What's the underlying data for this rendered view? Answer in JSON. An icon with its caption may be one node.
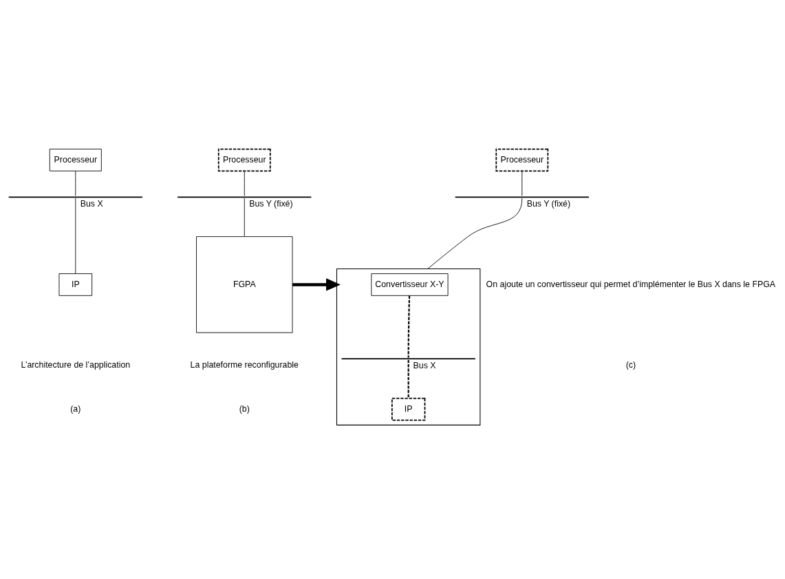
{
  "diagram": {
    "nodes": [
      {
        "text": [
          "Processeur"
        ]
      },
      {
        "text": [],
        "shape": "bar",
        "beside": [
          "Bus X"
        ]
      },
      {
        "text": [
          "IP"
        ]
      },
      {
        "text": [
          "Processeur"
        ]
      },
      {
        "text": [],
        "shape": "bar",
        "beside": [
          "Bus Y (fixé)"
        ]
      },
      {
        "text": [
          "FGPA"
        ]
      },
      {
        "text": [
          "Processeur"
        ]
      },
      {
        "text": [],
        "shape": "bar",
        "beside": [
          "Bus Y (fixé)"
        ]
      },
      {
        "text": [],
        "shape": "box"
      },
      {
        "text": [
          "Convertisseur X-Y"
        ],
        "in": 8
      },
      {
        "text": [],
        "shape": "bar",
        "beside": [
          "Bus X"
        ],
        "in": 8
      },
      {
        "text": [
          "IP"
        ],
        "in": 8
      }
    ],
    "edges": [
      {
        "from": 0,
        "to": 1,
        "arrow": "none"
      },
      {
        "from": 1,
        "to": 2,
        "arrow": "none"
      },
      {
        "from": 3,
        "to": 4,
        "arrow": "none"
      },
      {
        "from": 4,
        "to": 5,
        "arrow": "none"
      },
      {
        "from": 6,
        "to": 7,
        "arrow": "none"
      },
      {
        "from": 7,
        "to": 8,
        "arrow": "none"
      },
      {
        "from": 9,
        "to": 10,
        "arrow": "none",
        "style": "dashed"
      },
      {
        "from": 10,
        "to": 11,
        "arrow": "none",
        "style": "dashed"
      },
      {
        "from": 5,
        "to": 8,
        "arrow": "to",
        "style": "thick"
      }
    ],
    "labels": [
      "L’architecture de l’application",
      "(a)",
      "La plateforme reconfigurable",
      "(b)",
      "On ajoute un convertisseur qui permet d’implémenter le Bus X dans le FPGA",
      "(c)"
    ]
  }
}
